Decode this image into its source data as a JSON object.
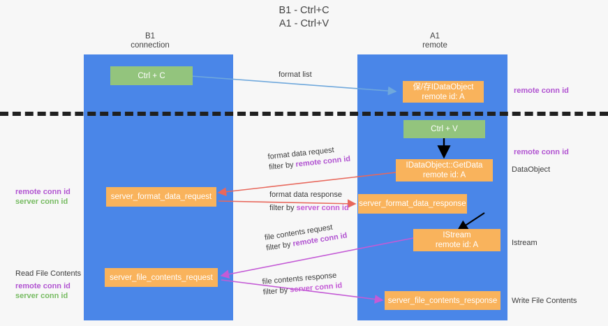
{
  "title": {
    "line1": "B1 - Ctrl+C",
    "line2": "A1 - Ctrl+V"
  },
  "columns": [
    {
      "name": "B1",
      "role": "connection"
    },
    {
      "name": "A1",
      "role": "remote"
    }
  ],
  "colors": {
    "lane": "#4a86e8",
    "green_box": "#93c47d",
    "orange_box": "#f9b35c",
    "purple_text": "#b154d1",
    "green_text": "#77bb62",
    "magenta_text": "#c45bd6",
    "blue_arrow": "#6fa8dc",
    "red_arrow": "#e8685c",
    "black_arrow": "#000000",
    "background": "#f7f7f7"
  },
  "boxes": {
    "ctrl_c": {
      "label": "Ctrl + C"
    },
    "ctrl_v": {
      "label": "Ctrl + V"
    },
    "store_idataobject": {
      "line1": "保/存IDataObject",
      "line2": "remote id: A"
    },
    "getdata": {
      "line1": "IDataObject::GetData",
      "line2": "remote id: A"
    },
    "istream": {
      "line1": "IStream",
      "line2": "remote id: A"
    },
    "server_format_data_request": {
      "label": "server_format_data_request"
    },
    "server_format_data_response": {
      "label": "server_format_data_response"
    },
    "server_file_contents_request": {
      "label": "server_file_contents_request"
    },
    "server_file_contents_response": {
      "label": "server_file_contents_response"
    }
  },
  "edge_labels": {
    "format_list": {
      "line1": "format list"
    },
    "format_data_request": {
      "line1": "format data request",
      "prefix": "filter by ",
      "key": "remote conn id"
    },
    "format_data_response": {
      "line1": "format data response",
      "prefix": "filter by ",
      "key": "server conn id"
    },
    "file_contents_request": {
      "line1": "file contents request",
      "prefix": "filter by ",
      "key": "remote conn id"
    },
    "file_contents_response": {
      "line1": "file contents response",
      "prefix": "filter by ",
      "key": "server conn id"
    }
  },
  "side_annotations": {
    "right_top_remote_conn_id": "remote conn id",
    "right_mid_remote_conn_id": "remote conn id",
    "right_dataobject": "DataObject",
    "right_istream": "Istream",
    "right_write_file_contents": "Write File Contents",
    "left_remote_conn_id": "remote conn id",
    "left_server_conn_id": "server conn id",
    "left_read_file_contents": "Read File Contents",
    "left_remote_conn_id2": "remote conn id",
    "left_server_conn_id2": "server conn id"
  }
}
